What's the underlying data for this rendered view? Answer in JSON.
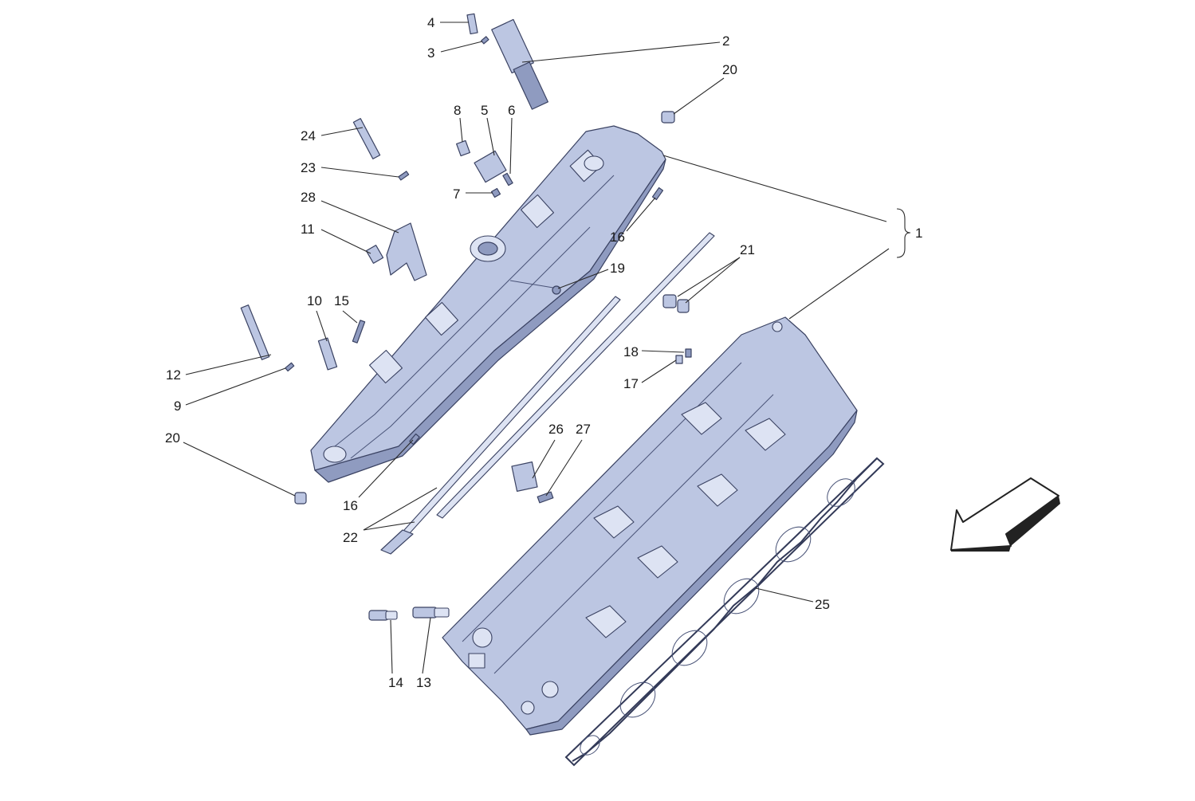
{
  "diagram": {
    "labels": {
      "l1": "1",
      "l2": "2",
      "l3": "3",
      "l4": "4",
      "l5": "5",
      "l6": "6",
      "l7": "7",
      "l8": "8",
      "l9": "9",
      "l10": "10",
      "l11": "11",
      "l12": "12",
      "l13": "13",
      "l14": "14",
      "l15": "15",
      "l16a": "16",
      "l16b": "16",
      "l17": "17",
      "l18": "18",
      "l19": "19",
      "l20a": "20",
      "l20b": "20",
      "l21": "21",
      "l22": "22",
      "l23": "23",
      "l24": "24",
      "l25": "25",
      "l26": "26",
      "l27": "27",
      "l28": "28"
    },
    "direction_arrow": "arrow-left-down-icon",
    "colors": {
      "part_fill": "#bcc6e2",
      "part_outline": "#3a4262",
      "leader": "#2a2a2a"
    }
  }
}
